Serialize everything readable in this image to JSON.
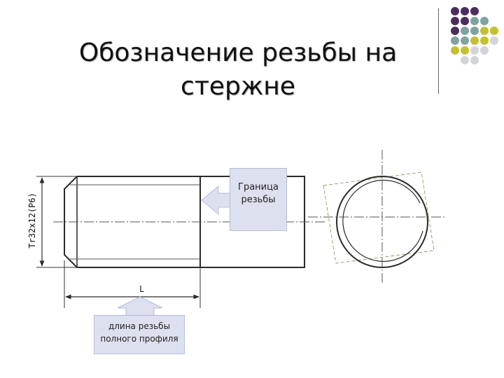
{
  "title": {
    "line1": "Обозначение резьбы на",
    "line2": "стержне"
  },
  "drawing": {
    "thread_designation": "Tr32x12(P6)",
    "length_label": "L"
  },
  "callouts": {
    "thread_boundary": {
      "line1": "Граница",
      "line2": "резьбы"
    },
    "full_profile_length": {
      "line1": "длина резьбы",
      "line2": "полного профиля"
    }
  },
  "decoration": {
    "colors": {
      "purple": "#4b2e5e",
      "teal": "#7fa3a0",
      "olive": "#c3c12f",
      "gray": "#d4d4dc",
      "callout_fill": "#dde0ef",
      "outline": "#2a2a2a",
      "thin_line": "#8a8a4a"
    }
  }
}
